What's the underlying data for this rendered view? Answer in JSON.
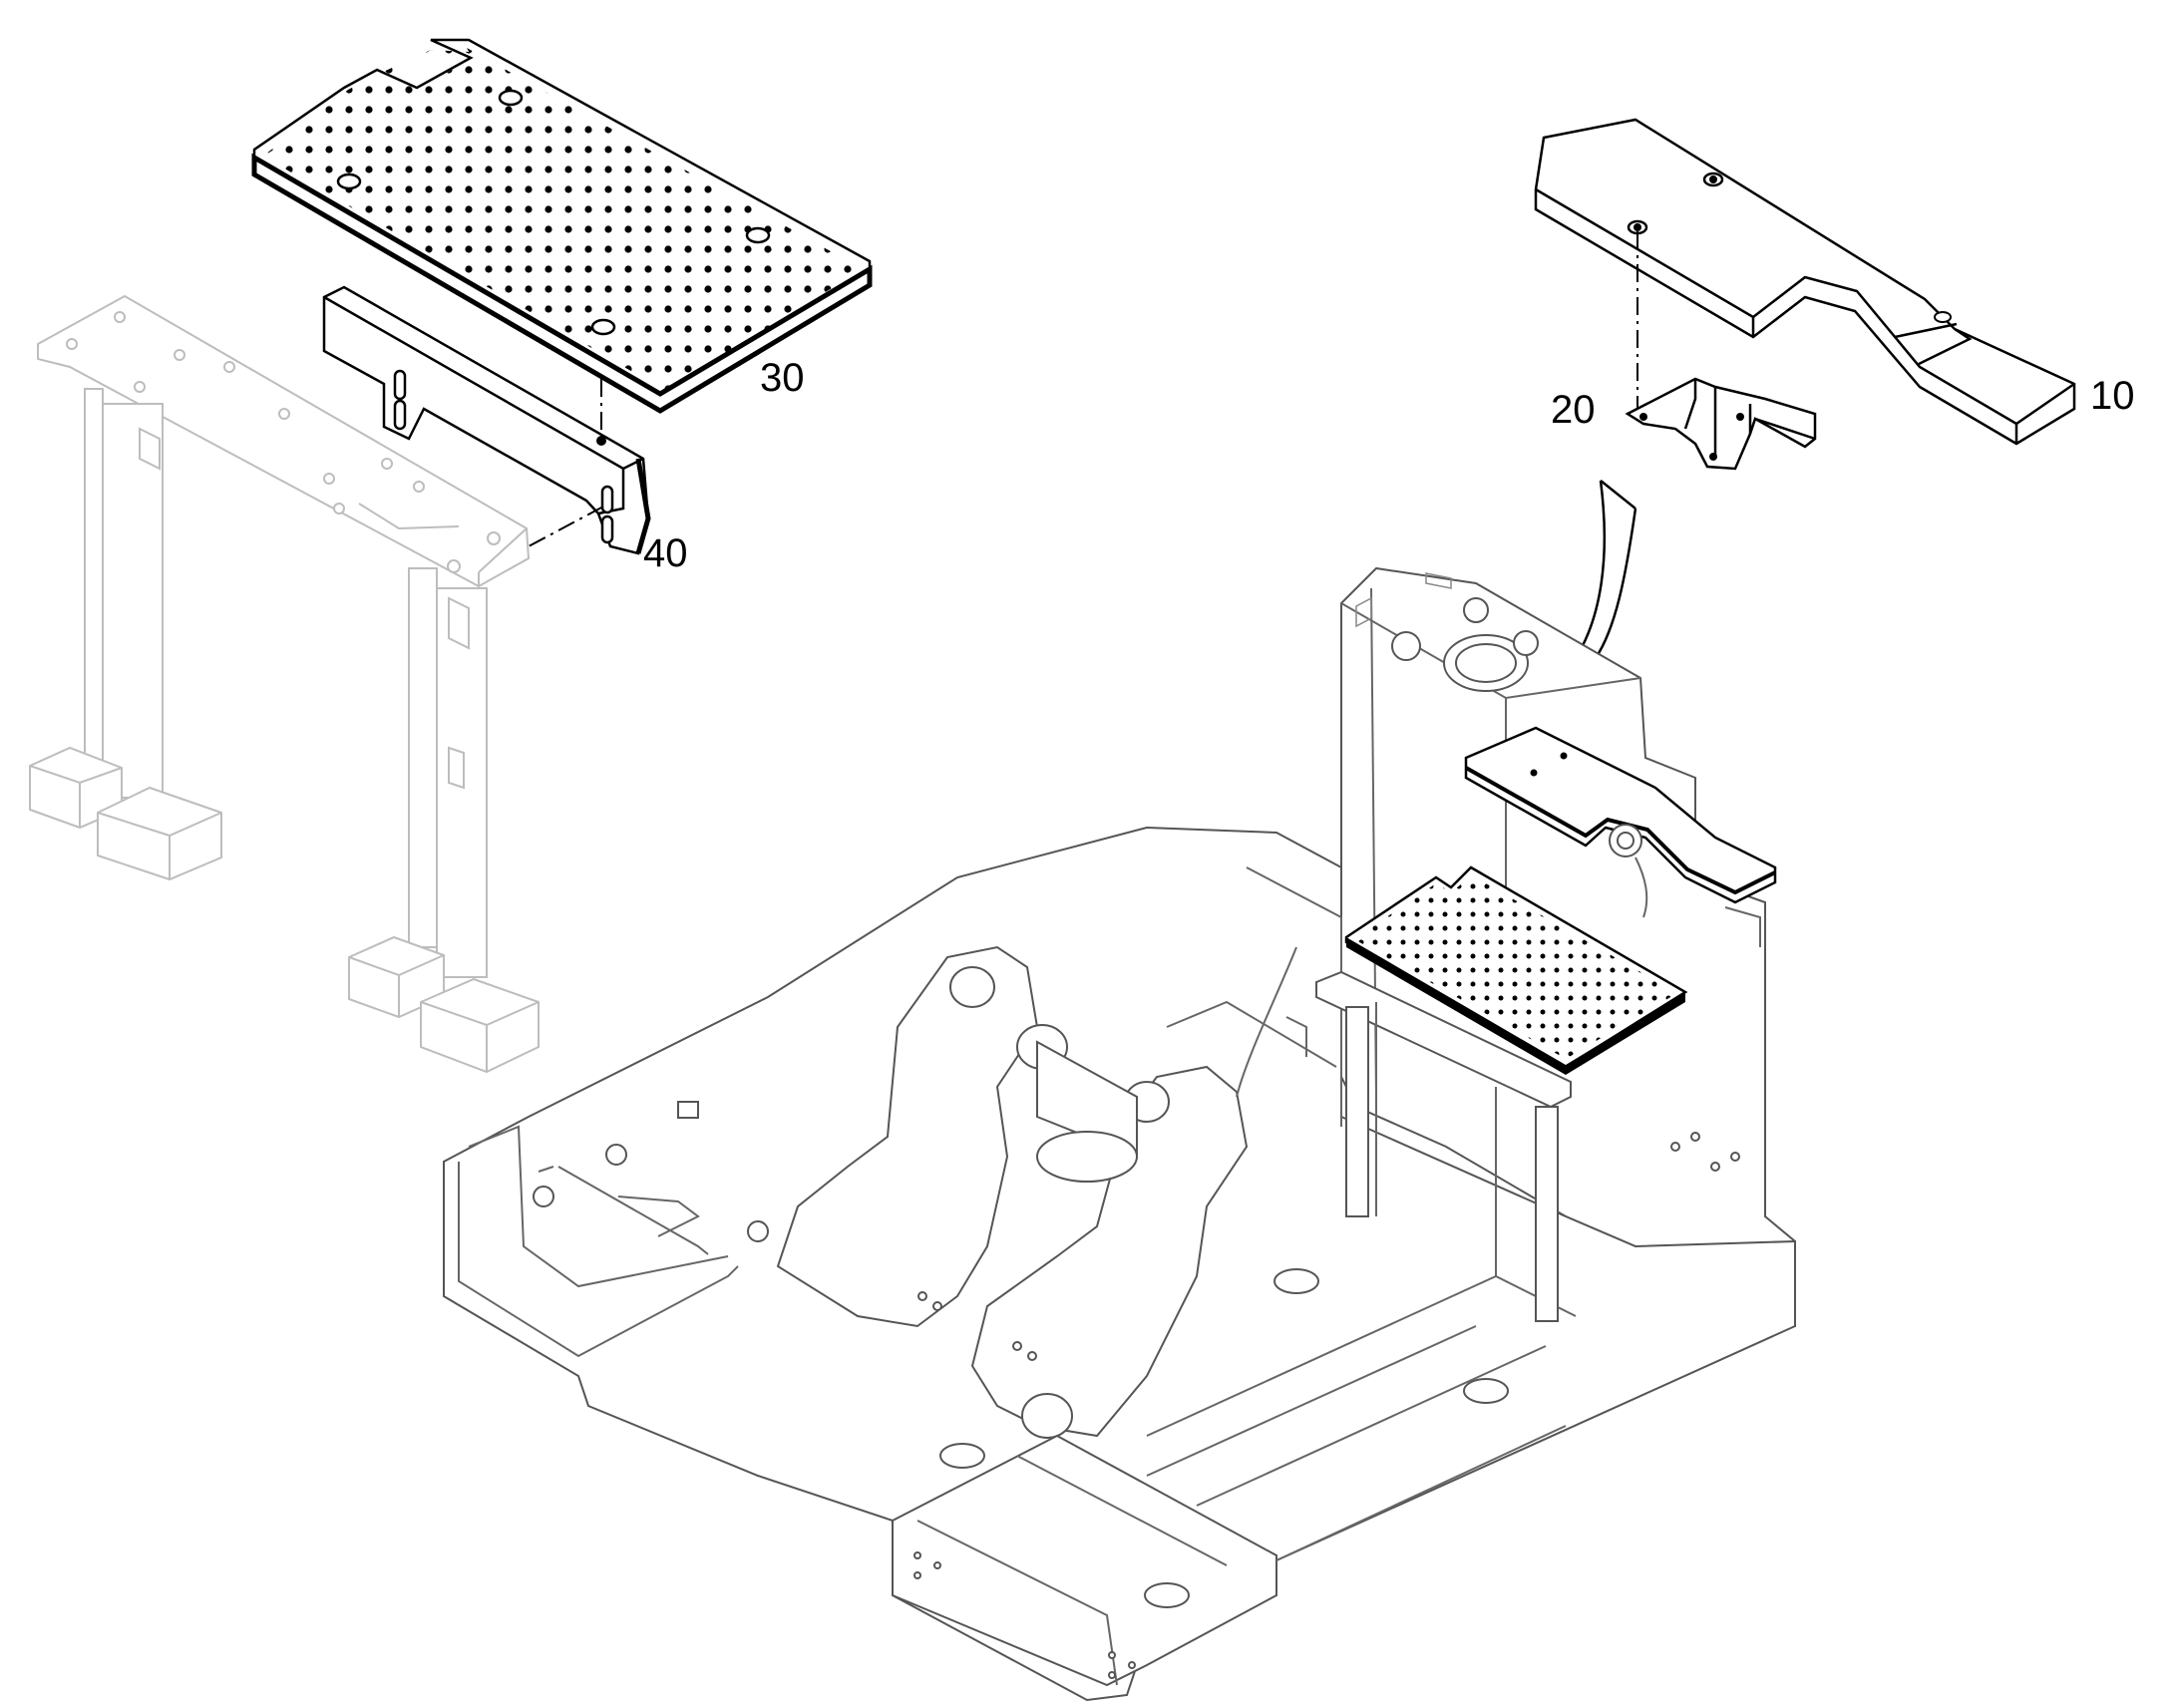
{
  "callouts": {
    "c10": "10",
    "c20": "20",
    "c30": "30",
    "c40": "40"
  },
  "colors": {
    "line": "#000000",
    "ghost_line": "#bdbdbd",
    "frame_line": "#555555",
    "background": "#ffffff"
  },
  "icons": {
    "arrow": "down-arrow-icon"
  }
}
